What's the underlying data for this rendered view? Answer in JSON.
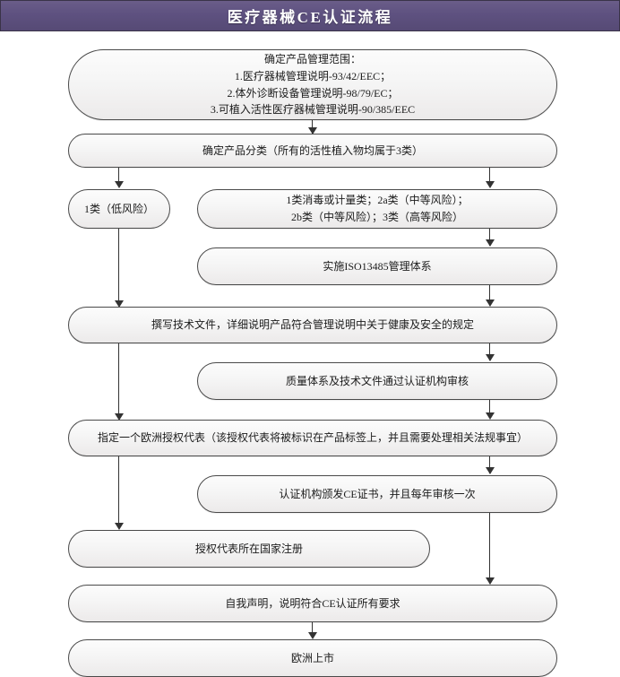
{
  "header": {
    "title": "医疗器械CE认证流程",
    "bar_color": "#5e5180",
    "title_color": "#ffffff"
  },
  "theme": {
    "node_border": "#4a4a4a",
    "node_fill_top": "#fcfcfc",
    "node_fill_bottom": "#eceaea",
    "connector_color": "#333333",
    "text_color": "#1b1b1b"
  },
  "flow": {
    "nodes": [
      {
        "id": "scope",
        "name": "node-determine-scope",
        "text": "确定产品管理范围：\n1.医疗器械管理说明-93/42/EEC；\n2.体外诊断设备管理说明-98/79/EC；\n3.可植入活性医疗器械管理说明-90/385/EEC"
      },
      {
        "id": "classification",
        "name": "node-product-classification",
        "text": "确定产品分类（所有的活性植入物均属于3类）"
      },
      {
        "id": "class1",
        "name": "node-class-1-low-risk",
        "text": "1类（低风险）"
      },
      {
        "id": "class-other",
        "name": "node-class-2a-2b-3",
        "text": "1类消毒或计量类；2a类（中等风险）；\n2b类（中等风险）；3类（高等风险）"
      },
      {
        "id": "iso13485",
        "name": "node-implement-iso13485",
        "text": "实施ISO13485管理体系"
      },
      {
        "id": "tech-file",
        "name": "node-write-technical-file",
        "text": "撰写技术文件，详细说明产品符合管理说明中关于健康及安全的规定"
      },
      {
        "id": "audit",
        "name": "node-quality-system-audit",
        "text": "质量体系及技术文件通过认证机构审核"
      },
      {
        "id": "authorized-rep",
        "name": "node-appoint-authorized-representative",
        "text": "指定一个欧洲授权代表（该授权代表将被标识在产品标签上，并且需要处理相关法规事宜）"
      },
      {
        "id": "ce-cert",
        "name": "node-issue-ce-certificate",
        "text": "认证机构颁发CE证书，并且每年审核一次"
      },
      {
        "id": "registration",
        "name": "node-register-in-rep-country",
        "text": "授权代表所在国家注册"
      },
      {
        "id": "declaration",
        "name": "node-self-declaration",
        "text": "自我声明，说明符合CE认证所有要求"
      },
      {
        "id": "market",
        "name": "node-place-on-european-market",
        "text": "欧洲上市"
      }
    ],
    "connectors": [
      {
        "name": "connector-scope-to-classification",
        "from": "scope",
        "to": "classification"
      },
      {
        "name": "connector-classification-to-class1",
        "from": "classification",
        "to": "class1"
      },
      {
        "name": "connector-classification-to-class-other",
        "from": "classification",
        "to": "class-other"
      },
      {
        "name": "connector-class-other-to-iso13485",
        "from": "class-other",
        "to": "iso13485"
      },
      {
        "name": "connector-class1-to-tech-file",
        "from": "class1",
        "to": "tech-file"
      },
      {
        "name": "connector-iso13485-to-tech-file",
        "from": "iso13485",
        "to": "tech-file"
      },
      {
        "name": "connector-tech-file-to-audit",
        "from": "tech-file",
        "to": "audit"
      },
      {
        "name": "connector-tech-file-to-authorized-rep",
        "from": "tech-file",
        "to": "authorized-rep"
      },
      {
        "name": "connector-audit-to-authorized-rep",
        "from": "audit",
        "to": "authorized-rep"
      },
      {
        "name": "connector-authorized-rep-to-ce-cert",
        "from": "authorized-rep",
        "to": "ce-cert"
      },
      {
        "name": "connector-authorized-rep-to-registration",
        "from": "authorized-rep",
        "to": "registration"
      },
      {
        "name": "connector-ce-cert-to-declaration",
        "from": "ce-cert",
        "to": "declaration"
      },
      {
        "name": "connector-declaration-to-market",
        "from": "declaration",
        "to": "market"
      }
    ]
  }
}
